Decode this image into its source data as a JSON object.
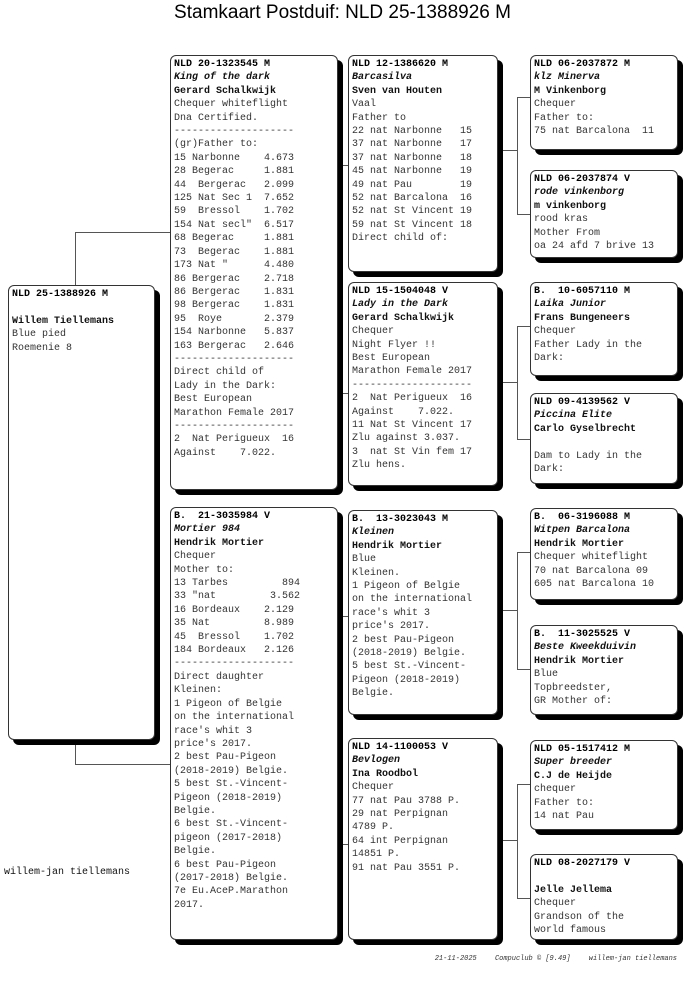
{
  "title": "Stamkaart Postduif: NLD 25-1388926 M",
  "breeder_signature": "willem-jan tiellemans",
  "footer": {
    "date": "21-11-2025",
    "software": "Compuclub © [9.49]",
    "author": "willem-jan tiellemans"
  },
  "pedigree": {
    "subject": {
      "ring": "NLD 25-1388926 M",
      "name": "",
      "owner": "Willem Tiellemans",
      "lines": [
        "Blue pied",
        "Roemenie 8"
      ]
    },
    "f": {
      "ring": "NLD 20-1323545 M",
      "name": "King of the dark",
      "owner": "Gerard Schalkwijk",
      "lines": [
        "Chequer whiteflight",
        "Dna Certified.",
        "--------------------",
        "(gr)Father to:",
        "15 Narbonne    4.673",
        "28 Begerac     1.881",
        "44  Bergerac   2.099",
        "125 Nat Sec 1  7.652",
        "59  Bressol    1.702",
        "154 Nat secl\"  6.517",
        "68 Begerac     1.881",
        "73  Begerac    1.881",
        "173 Nat \"      4.480",
        "86 Bergerac    2.718",
        "86 Bergerac    1.831",
        "98 Bergerac    1.831",
        "95  Roye       2.379",
        "154 Narbonne   5.837",
        "163 Bergerac   2.646",
        "--------------------",
        "Direct child of",
        "Lady in the Dark:",
        "Best European",
        "Marathon Female 2017",
        "--------------------",
        "2  Nat Perigueux  16",
        "Against    7.022."
      ]
    },
    "m": {
      "ring": "B.  21-3035984 V",
      "name": "Mortier 984",
      "owner": "Hendrik Mortier",
      "lines": [
        "Chequer",
        "Mother to:",
        "13 Tarbes         894",
        "33 \"nat         3.562",
        "16 Bordeaux    2.129",
        "35 Nat         8.989",
        "45  Bressol    1.702",
        "184 Bordeaux   2.126",
        "--------------------",
        "Direct daughter",
        "Kleinen:",
        "1 Pigeon of Belgie",
        "on the international",
        "race's whit 3",
        "price's 2017.",
        "2 best Pau-Pigeon",
        "(2018-2019) Belgie.",
        "5 best St.-Vincent-",
        "Pigeon (2018-2019)",
        "Belgie.",
        "6 best St.-Vincent-",
        "pigeon (2017-2018)",
        "Belgie.",
        "6 best Pau-Pigeon",
        "(2017-2018) Belgie.",
        "7e Eu.AceP.Marathon",
        "2017."
      ]
    },
    "ff": {
      "ring": "NLD 12-1386620 M",
      "name": "Barcasilva",
      "owner": "Sven van Houten",
      "lines": [
        "Vaal",
        "Father to",
        "22 nat Narbonne   15",
        "37 nat Narbonne   17",
        "37 nat Narbonne   18",
        "45 nat Narbonne   19",
        "49 nat Pau        19",
        "52 nat Barcalona  16",
        "52 nat St Vincent 19",
        "59 nat St Vincent 18",
        "Direct child of:"
      ]
    },
    "fm": {
      "ring": "NLD 15-1504048 V",
      "name": "Lady in the Dark",
      "owner": "Gerard Schalkwijk",
      "lines": [
        "Chequer",
        "Night Flyer !!",
        "Best European",
        "Marathon Female 2017",
        "--------------------",
        "2  Nat Perigueux  16",
        "Against    7.022.",
        "11 Nat St Vincent 17",
        "Zlu against 3.037.",
        "3  nat St Vin fem 17",
        "Zlu hens."
      ]
    },
    "mf": {
      "ring": "B.  13-3023043 M",
      "name": "Kleinen",
      "owner": "Hendrik Mortier",
      "lines": [
        "Blue",
        "Kleinen.",
        "1 Pigeon of Belgie",
        "on the international",
        "race's whit 3",
        "price's 2017.",
        "2 best Pau-Pigeon",
        "(2018-2019) Belgie.",
        "5 best St.-Vincent-",
        "Pigeon (2018-2019)",
        "Belgie."
      ]
    },
    "mm": {
      "ring": "NLD 14-1100053 V",
      "name": "Bevlogen",
      "owner": "Ina Roodbol",
      "lines": [
        "Chequer",
        "77 nat Pau 3788 P.",
        "29 nat Perpignan",
        "4789 P.",
        "64 int Perpignan",
        "14851 P.",
        "91 nat Pau 3551 P."
      ]
    },
    "fff": {
      "ring": "NLD 06-2037872 M",
      "name": "klz Minerva",
      "owner": "M Vinkenborg",
      "lines": [
        "Chequer",
        "Father to:",
        "75 nat Barcalona  11"
      ]
    },
    "ffm": {
      "ring": "NLD 06-2037874 V",
      "name": "rode vinkenborg",
      "owner": "m vinkenborg",
      "lines": [
        "rood kras",
        "Mother From",
        "oa 24 afd 7 brive 13"
      ]
    },
    "fmf": {
      "ring": "B.  10-6057110 M",
      "name": "Laika Junior",
      "owner": "Frans Bungeneers",
      "lines": [
        "Chequer",
        "Father Lady in the",
        "Dark:"
      ]
    },
    "fmm": {
      "ring": "NLD 09-4139562 V",
      "name": "Piccina Elite",
      "owner": "Carlo Gyselbrecht",
      "lines": [
        "",
        "Dam to Lady in the",
        "Dark:"
      ]
    },
    "mff": {
      "ring": "B.  06-3196088 M",
      "name": "Witpen Barcalona",
      "owner": "Hendrik Mortier",
      "lines": [
        "Chequer whiteflight",
        "70 nat Barcalona 09",
        "605 nat Barcalona 10"
      ]
    },
    "mfm": {
      "ring": "B.  11-3025525 V",
      "name": "Beste Kweekduivin",
      "owner": "Hendrik Mortier",
      "lines": [
        "Blue",
        "Topbreedster,",
        "GR Mother of:"
      ]
    },
    "mmf": {
      "ring": "NLD 05-1517412 M",
      "name": "Super breeder",
      "owner": "C.J de Heijde",
      "lines": [
        "chequer",
        "Father to:",
        "14 nat Pau"
      ]
    },
    "mmm": {
      "ring": "NLD 08-2027179 V",
      "name": "",
      "owner": "Jelle Jellema",
      "lines": [
        "Chequer",
        "Grandson of the",
        "world famous"
      ]
    }
  }
}
